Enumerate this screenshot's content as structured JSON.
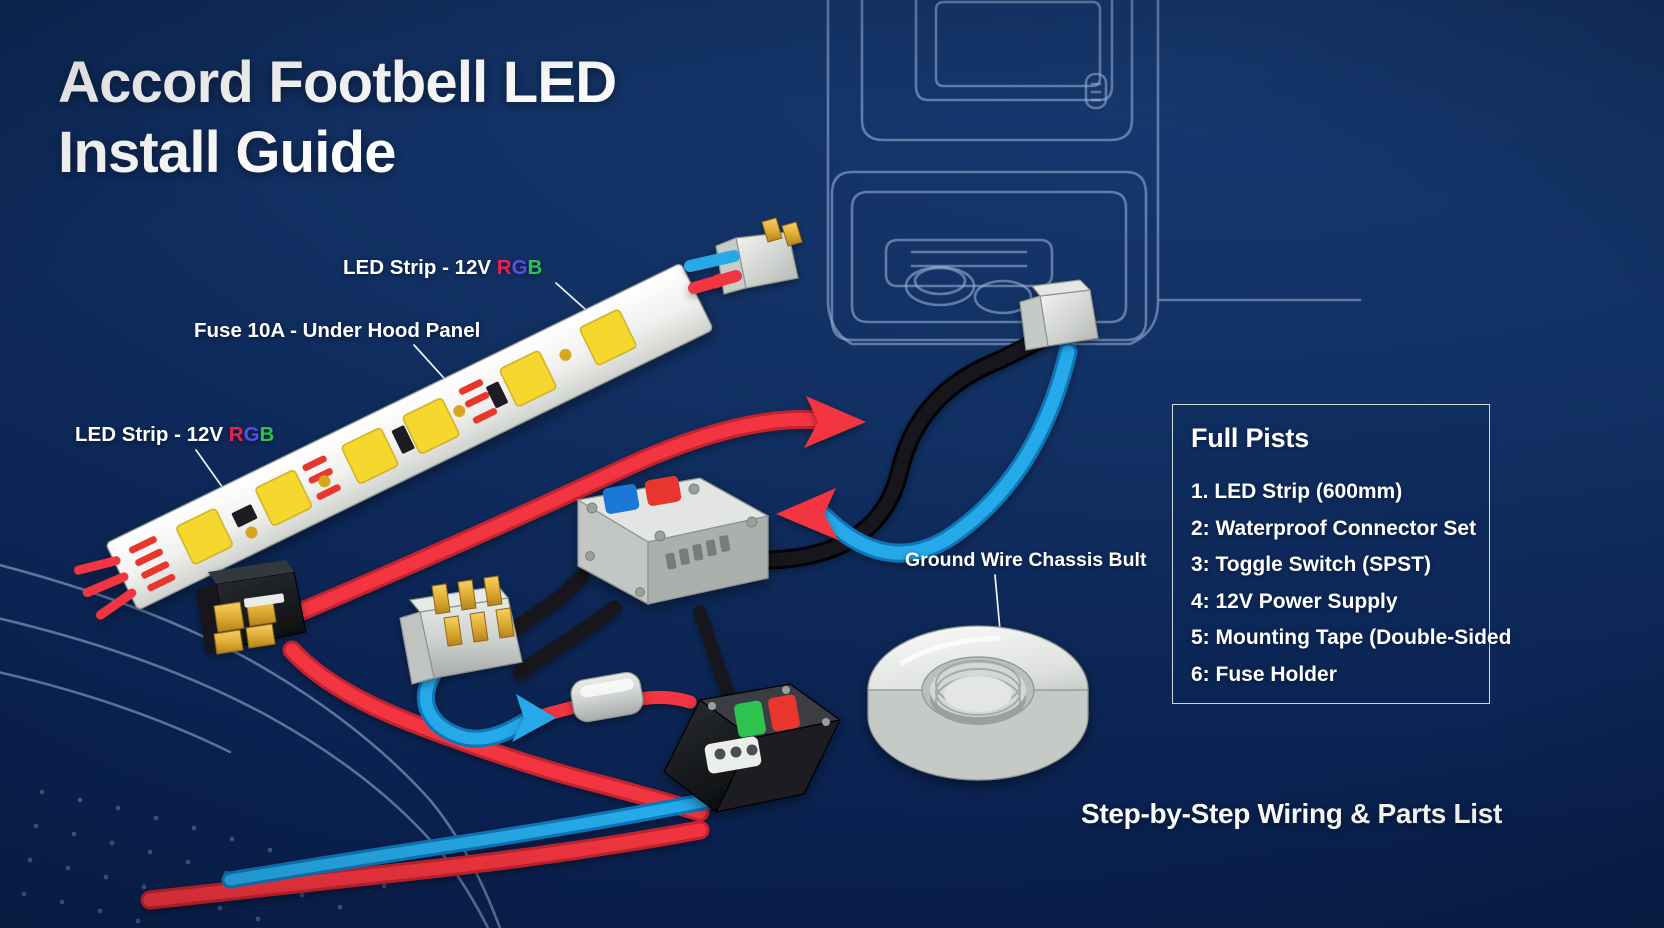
{
  "poster": {
    "title": "Accord Footbell LED\nInstall Guide",
    "tagline": "Step-by-Step Wiring & Parts List",
    "background_color": "#0d2a5b"
  },
  "callouts": [
    {
      "id": "led-strip-top",
      "prefix": "LED Strip - 12V ",
      "r": "R",
      "g": "G",
      "b": "B"
    },
    {
      "id": "fuse",
      "text": "Fuse 10A - Under Hood Panel"
    },
    {
      "id": "led-strip-bottom",
      "prefix": "LED Strip - 12V ",
      "r": "R",
      "g": "G",
      "b": "B"
    },
    {
      "id": "ground-wire",
      "text": "Ground Wire Chassis Bult"
    }
  ],
  "parts_panel": {
    "title": "Full Pists",
    "items": [
      "1. LED Strip (600mm)",
      "2: Waterproof Connector Set",
      "3: Toggle Switch (SPST)",
      "4: 12V Power Supply",
      "5: Mounting Tape (Double-Sided",
      "6: Fuse Holder"
    ]
  },
  "colors": {
    "wire_red": "#f2353f",
    "wire_black": "#111418",
    "wire_blue": "#27a9e8",
    "led_yellow": "#f5d72e",
    "strip_white": "#f2f3f0",
    "rgb_r": "#f01f52",
    "rgb_g": "#5b4fe8",
    "rgb_b": "#2fc24f",
    "panel_border": "#ffffff",
    "line_art": "#b9cbe6"
  }
}
